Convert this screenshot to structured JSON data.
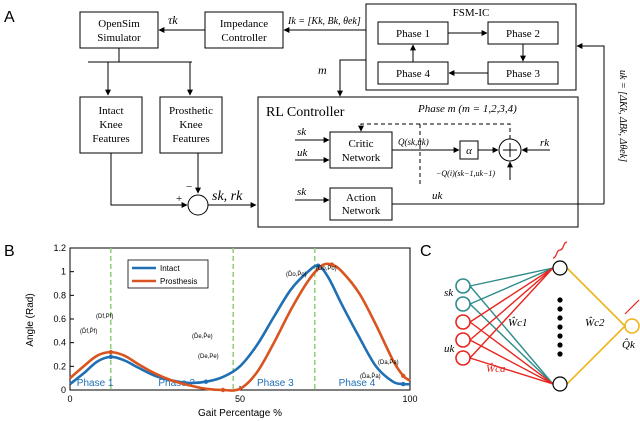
{
  "panels": {
    "a": "A",
    "b": "B",
    "c": "C"
  },
  "diagram_a": {
    "opensim": [
      "OpenSim",
      "Simulator"
    ],
    "tau": "τk",
    "impedance": [
      "Impedance",
      "Controller"
    ],
    "ik_label": "Ik = [Kk, Bk, θek]",
    "fsm_title": "FSM-IC",
    "phases": [
      "Phase 1",
      "Phase 2",
      "Phase 3",
      "Phase 4"
    ],
    "m_label": "m",
    "intact": [
      "Intact",
      "Knee",
      "Features"
    ],
    "prosthetic": [
      "Prosthetic",
      "Knee",
      "Features"
    ],
    "rl_title": "RL Controller",
    "phase_m": "Phase m (m = 1,2,3,4)",
    "critic": [
      "Critic",
      "Network"
    ],
    "action": [
      "Action",
      "Network"
    ],
    "sk": "sk",
    "uk": "uk",
    "q_label": "Q(sk,uk)",
    "alpha": "α",
    "rk": "rk",
    "qprev": "−Q(i)(sk−1,uk−1)",
    "uk_out": "uk = [ΔKk, ΔBk, Δθek]",
    "plus": "+",
    "minus": "−",
    "skrk": "sk, rk"
  },
  "chart_b": {
    "ylabel": "Angle (Rad)",
    "xlabel": "Gait Percentage %",
    "legend": [
      "Intact",
      "Prosthesis"
    ],
    "phase_labels": [
      "Phase 1",
      "Phase 2",
      "Phase 3",
      "Phase 4"
    ],
    "yticks": [
      "0",
      "0.2",
      "0.4",
      "0.6",
      "0.8",
      "1",
      "1.2"
    ],
    "xticks": [
      "0",
      "50",
      "100"
    ],
    "point_labels": [
      "(D̄f,P̄f)",
      "(Df,Pf)",
      "(D̄e,P̄e)",
      "(De,Pe)",
      "(D̄o,P̄o)",
      "(Do,Po)",
      "(D̄a,P̄a)",
      "(Da,Pa)"
    ]
  },
  "chart_data": {
    "type": "line",
    "xlabel": "Gait Percentage %",
    "ylabel": "Angle (Rad)",
    "xlim": [
      0,
      100
    ],
    "ylim": [
      0,
      1.2
    ],
    "phase_boundaries": [
      12,
      48,
      72
    ],
    "series": [
      {
        "name": "Intact",
        "color": "#1f6fb4",
        "x": [
          0,
          4,
          8,
          12,
          16,
          20,
          25,
          30,
          35,
          40,
          45,
          50,
          55,
          60,
          65,
          70,
          73,
          76,
          80,
          85,
          90,
          95,
          98,
          100
        ],
        "y": [
          0.05,
          0.14,
          0.24,
          0.28,
          0.25,
          0.19,
          0.12,
          0.08,
          0.06,
          0.07,
          0.11,
          0.2,
          0.38,
          0.62,
          0.85,
          1.0,
          1.05,
          0.95,
          0.72,
          0.45,
          0.2,
          0.07,
          0.05,
          0.05
        ]
      },
      {
        "name": "Prosthesis",
        "color": "#d9541e",
        "x": [
          0,
          4,
          8,
          12,
          16,
          20,
          25,
          30,
          35,
          40,
          45,
          50,
          55,
          60,
          65,
          70,
          74,
          77,
          80,
          85,
          90,
          95,
          98,
          100
        ],
        "y": [
          0.1,
          0.2,
          0.29,
          0.32,
          0.29,
          0.22,
          0.14,
          0.08,
          0.04,
          0.01,
          0.0,
          0.01,
          0.15,
          0.4,
          0.68,
          0.92,
          1.05,
          1.06,
          1.0,
          0.82,
          0.55,
          0.25,
          0.12,
          0.08
        ]
      }
    ],
    "markers": [
      {
        "x": 12,
        "y": 0.28,
        "series": 0
      },
      {
        "x": 12,
        "y": 0.32,
        "series": 1
      },
      {
        "x": 40,
        "y": 0.07,
        "series": 0
      },
      {
        "x": 45,
        "y": 0.0,
        "series": 1
      },
      {
        "x": 73,
        "y": 1.05,
        "series": 0
      },
      {
        "x": 77,
        "y": 1.06,
        "series": 1
      },
      {
        "x": 98,
        "y": 0.05,
        "series": 0
      },
      {
        "x": 98,
        "y": 0.12,
        "series": 1
      }
    ]
  },
  "nn_c": {
    "sk": "sk",
    "uk": "uk",
    "wc1": "Ŵc1",
    "wc2": "Ŵc2",
    "wca": "Ŵca",
    "qk": "Q̂k"
  },
  "colors": {
    "blue": "#1f6fb4",
    "orange": "#d9541e",
    "red": "#e8251f",
    "teal": "#2e8b8b",
    "gold": "#f0b41c",
    "green": "#8fd07a"
  }
}
